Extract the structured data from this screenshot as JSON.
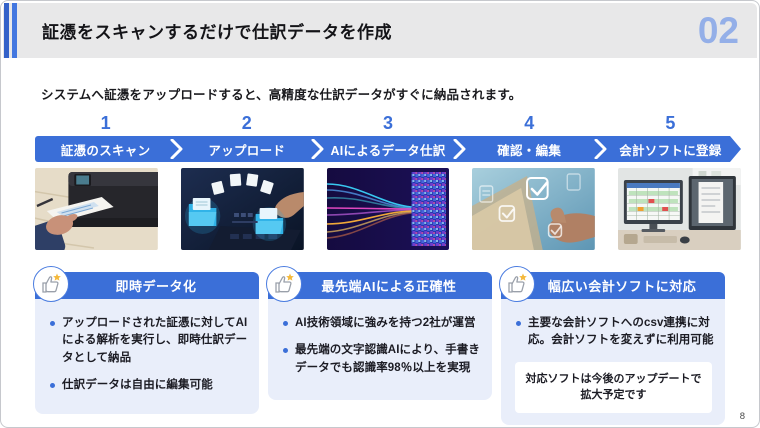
{
  "header": {
    "title": "証憑をスキャンするだけで仕訳データを作成",
    "section_number": "02"
  },
  "intro": {
    "text": "システムへ証憑をアップロードすると、高精度な仕訳データがすぐに納品されます。"
  },
  "steps": [
    {
      "number": "1",
      "label": "証憑のスキャン",
      "image_alt": "書類をスキャナーに挿入している写真"
    },
    {
      "number": "2",
      "label": "アップロード",
      "image_alt": "フォルダへファイルをアップロードするイメージ写真"
    },
    {
      "number": "3",
      "label": "AIによるデータ仕訳",
      "image_alt": "AIデータ処理のイメージ写真"
    },
    {
      "number": "4",
      "label": "確認・編集",
      "image_alt": "チェックマークを確認するイメージ写真"
    },
    {
      "number": "5",
      "label": "会計ソフトに登録",
      "image_alt": "会計ソフトが表示された2台のモニターの写真"
    }
  ],
  "cards": [
    {
      "title": "即時データ化",
      "icon": "thumbs-up-icon",
      "bullets": [
        "アップロードされた証憑に対してAIによる解析を実行し、即時仕訳データとして納品",
        "仕訳データは自由に編集可能"
      ]
    },
    {
      "title": "最先端AIによる正確性",
      "icon": "thumbs-up-icon",
      "bullets": [
        "AI技術領域に強みを持つ2社が運営",
        "最先端の文字認識AIにより、手書きデータでも認識率98％以上を実現"
      ]
    },
    {
      "title": "幅広い会計ソフトに対応",
      "icon": "thumbs-up-icon",
      "bullets": [
        "主要な会計ソフトへのcsv連携に対応。会計ソフトを変えずに利用可能"
      ],
      "note": "対応ソフトは今後のアップデートで拡大予定です"
    }
  ],
  "footer": {
    "page_number": "8"
  },
  "colors": {
    "accent": "#3b6fd8",
    "accent_light": "#94afe8",
    "card_body_bg": "#e9eefa",
    "header_bg": "#e8e8e9",
    "star": "#f5b93c"
  }
}
